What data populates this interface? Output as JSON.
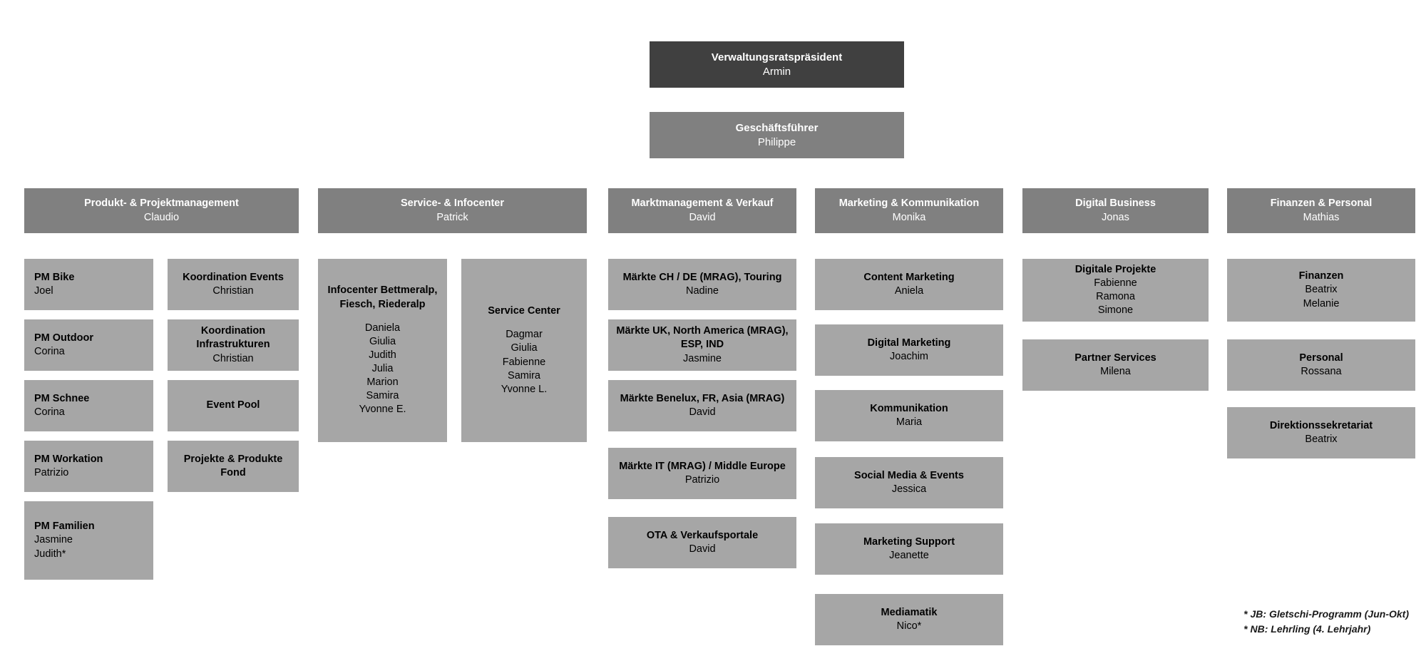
{
  "colors": {
    "chairman_bg": "#404040",
    "ceo_bg": "#808080",
    "department_bg": "#808080",
    "unit_bg": "#a6a6a6",
    "page_bg": "#ffffff",
    "header_text": "#ffffff",
    "unit_text": "#000000"
  },
  "top": {
    "chairman": {
      "title": "Verwaltungsratspräsident",
      "person": "Armin"
    },
    "ceo": {
      "title": "Geschäftsführer",
      "person": "Philippe"
    }
  },
  "departments": [
    {
      "id": "produkt-projektmanagement",
      "title": "Produkt- & Projektmanagement",
      "person": "Claudio"
    },
    {
      "id": "service-infocenter",
      "title": "Service- & Infocenter",
      "person": "Patrick"
    },
    {
      "id": "marktmanagement-verkauf",
      "title": "Marktmanagement & Verkauf",
      "person": "David"
    },
    {
      "id": "marketing-kommunikation",
      "title": "Marketing & Kommunikation",
      "person": "Monika"
    },
    {
      "id": "digital-business",
      "title": "Digital Business",
      "person": "Jonas"
    },
    {
      "id": "finanzen-personal",
      "title": "Finanzen & Personal",
      "person": "Mathias"
    }
  ],
  "units": {
    "pm_column_a": [
      {
        "title": "PM Bike",
        "people": [
          "Joel"
        ]
      },
      {
        "title": "PM Outdoor",
        "people": [
          "Corina"
        ]
      },
      {
        "title": "PM Schnee",
        "people": [
          "Corina"
        ]
      },
      {
        "title": "PM Workation",
        "people": [
          "Patrizio"
        ]
      },
      {
        "title": "PM Familien",
        "people": [
          "Jasmine",
          "Judith*"
        ]
      }
    ],
    "pm_column_b": [
      {
        "title": "Koordination Events",
        "people": [
          "Christian"
        ]
      },
      {
        "title": "Koordination Infrastrukturen",
        "people": [
          "Christian"
        ]
      },
      {
        "title": "Event Pool",
        "people": []
      },
      {
        "title": "Projekte & Produkte Fond",
        "people": []
      }
    ],
    "service_column_a": [
      {
        "title": "Infocenter Bettmeralp, Fiesch, Riederalp",
        "people": [
          "Daniela",
          "Giulia",
          "Judith",
          "Julia",
          "Marion",
          "Samira",
          "Yvonne E."
        ]
      }
    ],
    "service_column_b": [
      {
        "title": "Service Center",
        "people": [
          "Dagmar",
          "Giulia",
          "Fabienne",
          "Samira",
          "Yvonne L."
        ]
      }
    ],
    "markt_column": [
      {
        "title": "Märkte CH / DE (MRAG), Touring",
        "people": [
          "Nadine"
        ]
      },
      {
        "title": "Märkte UK, North America (MRAG), ESP, IND",
        "people": [
          "Jasmine"
        ]
      },
      {
        "title": "Märkte Benelux, FR, Asia (MRAG)",
        "people": [
          "David"
        ]
      },
      {
        "title": "Märkte IT (MRAG) / Middle Europe",
        "people": [
          "Patrizio"
        ]
      },
      {
        "title": "OTA & Verkaufsportale",
        "people": [
          "David"
        ]
      }
    ],
    "marketing_column": [
      {
        "title": "Content Marketing",
        "people": [
          "Aniela"
        ]
      },
      {
        "title": "Digital Marketing",
        "people": [
          "Joachim"
        ]
      },
      {
        "title": "Kommunikation",
        "people": [
          "Maria"
        ]
      },
      {
        "title": "Social Media & Events",
        "people": [
          "Jessica"
        ]
      },
      {
        "title": "Marketing Support",
        "people": [
          "Jeanette"
        ]
      },
      {
        "title": "Mediamatik",
        "people": [
          "Nico*"
        ]
      }
    ],
    "digital_column": [
      {
        "title": "Digitale Projekte",
        "people": [
          "Fabienne",
          "Ramona",
          "Simone"
        ]
      },
      {
        "title": "Partner Services",
        "people": [
          "Milena"
        ]
      }
    ],
    "finanzen_column": [
      {
        "title": "Finanzen",
        "people": [
          "Beatrix",
          "Melanie"
        ]
      },
      {
        "title": "Personal",
        "people": [
          "Rossana"
        ]
      },
      {
        "title": "Direktionssekretariat",
        "people": [
          "Beatrix"
        ]
      }
    ]
  },
  "footnotes": [
    "* JB: Gletschi-Programm (Jun-Okt)",
    "* NB: Lehrling (4. Lehrjahr)"
  ]
}
